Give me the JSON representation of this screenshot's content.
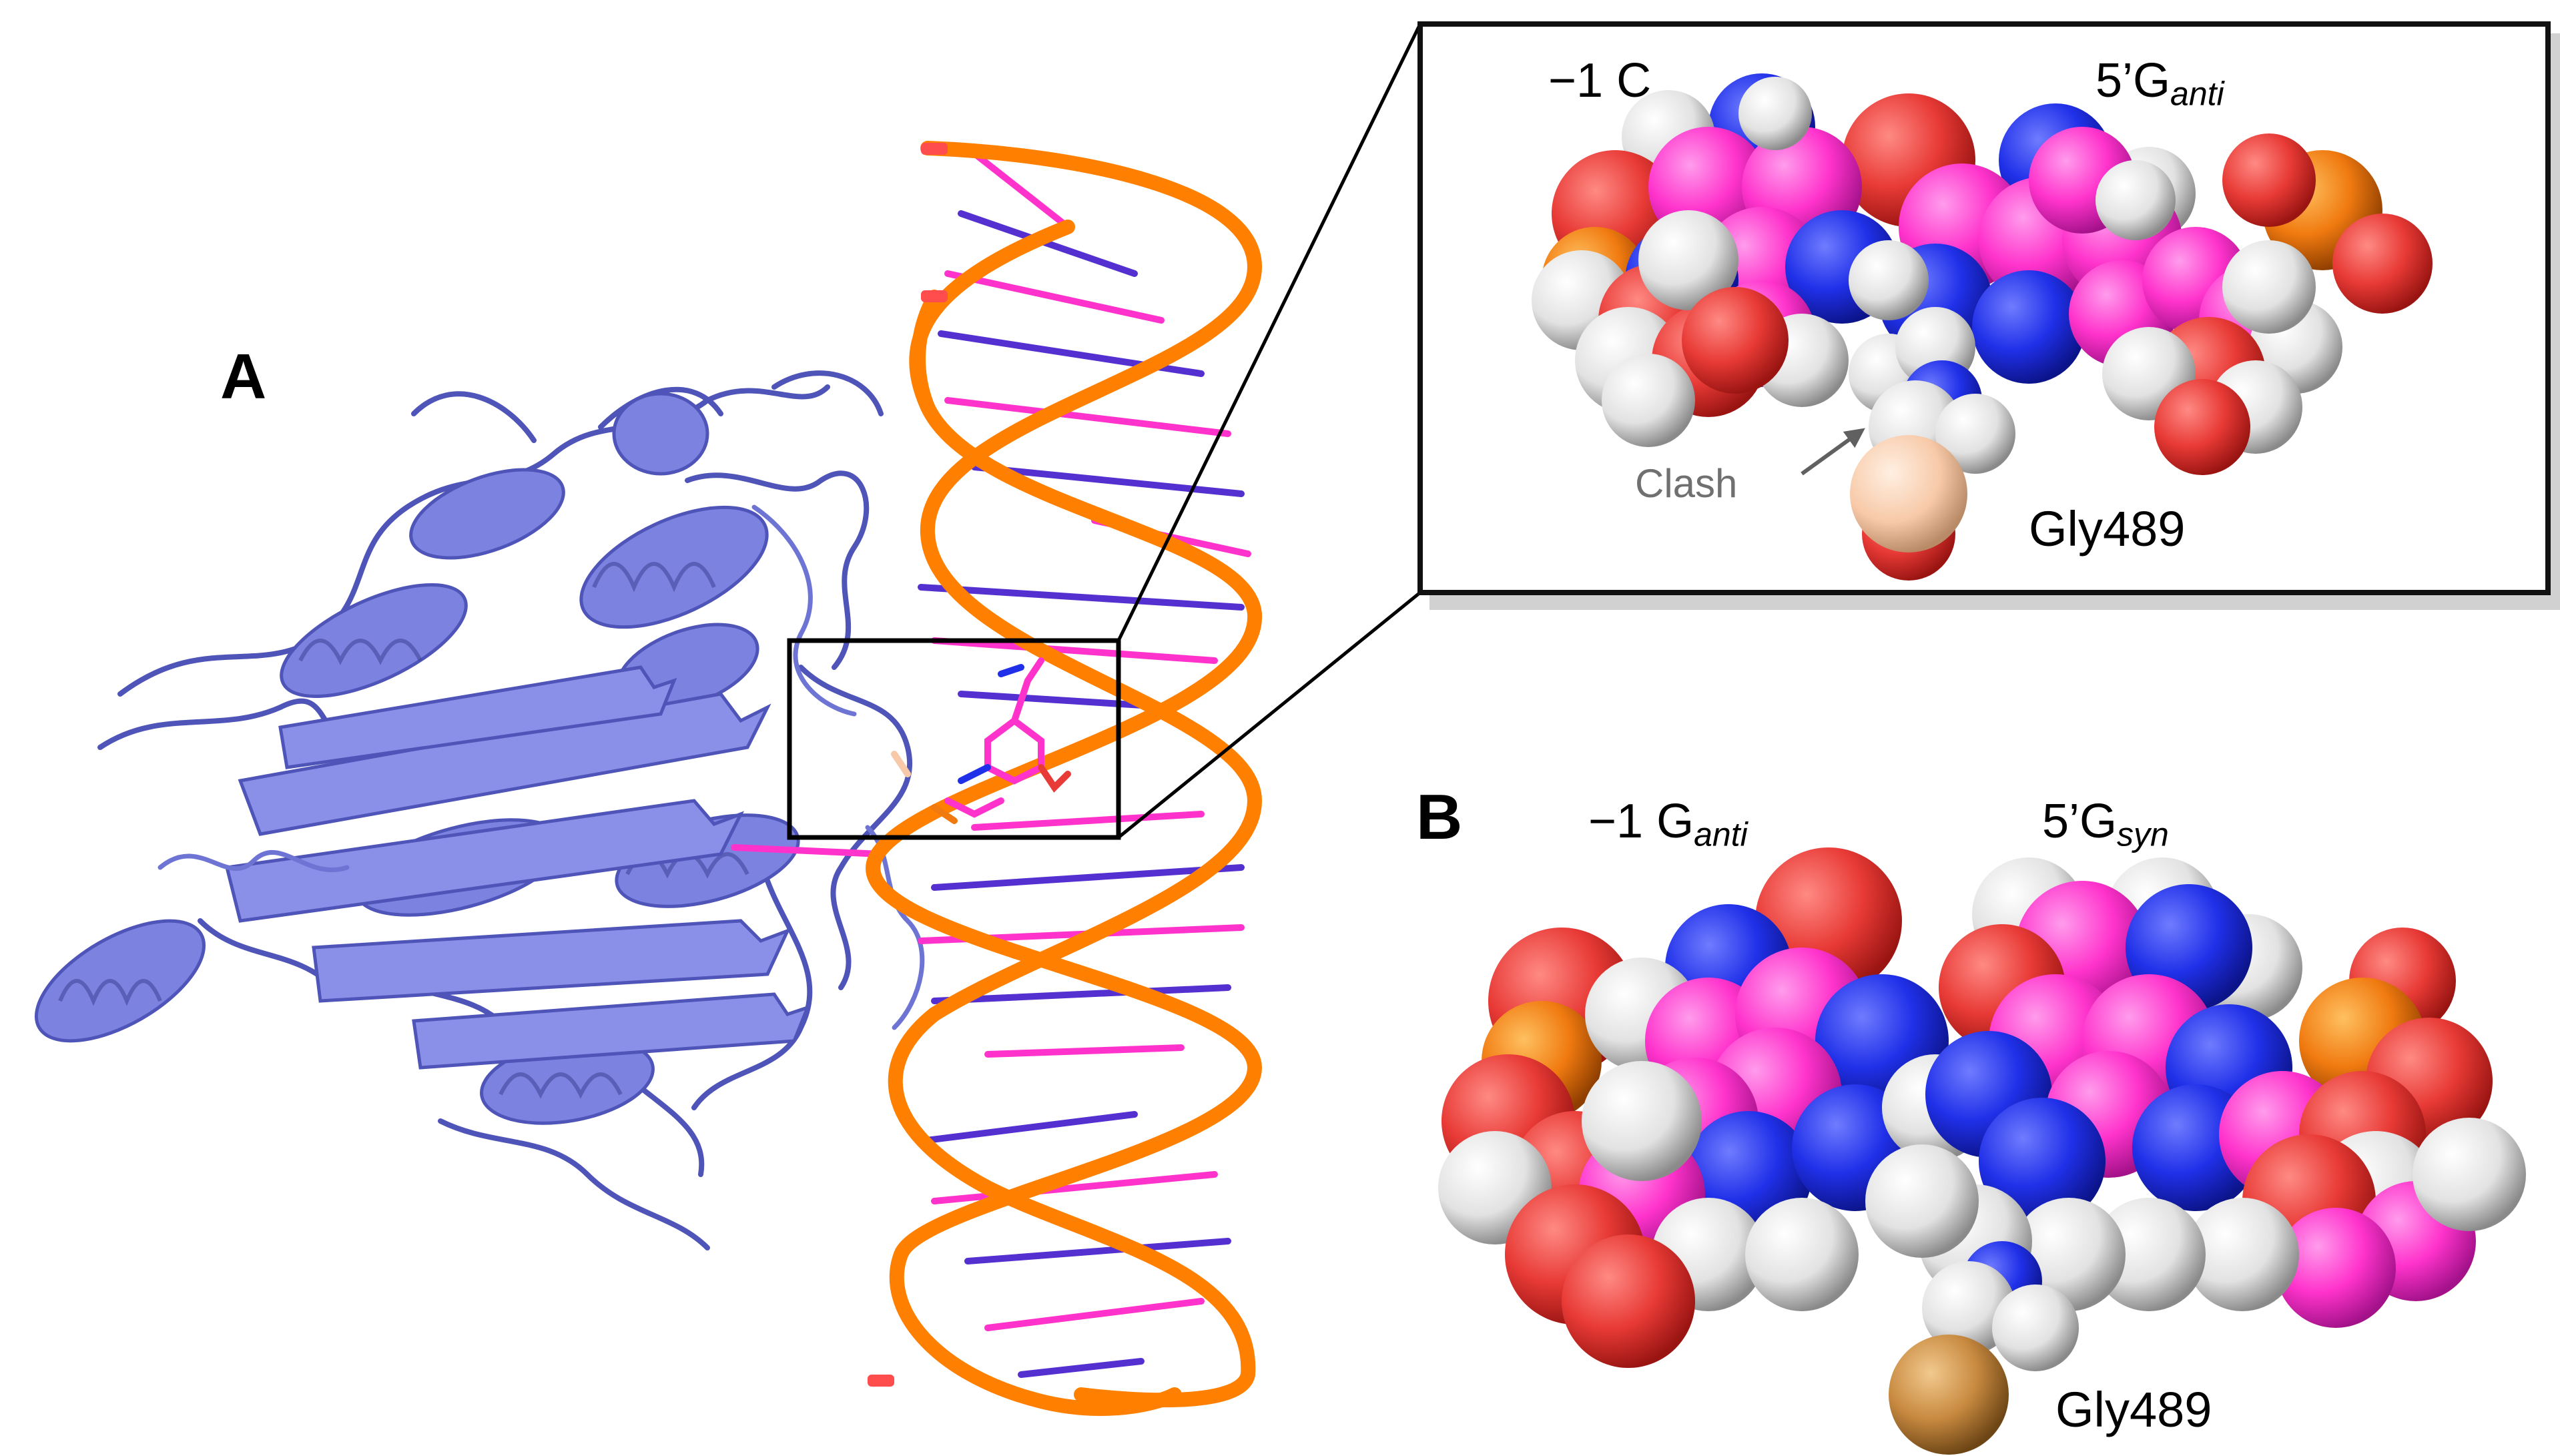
{
  "panel_a": {
    "letter": "A",
    "inset_labels": {
      "minus1": "−1 C",
      "five_base": "5’G",
      "five_sub": "anti",
      "clash": "Clash",
      "gly": "Gly489"
    }
  },
  "panel_b": {
    "letter": "B",
    "labels": {
      "minus1_base": "−1 G",
      "minus1_sub": "anti",
      "five_base": "5’G",
      "five_sub": "syn",
      "gly": "Gly489"
    }
  },
  "colors": {
    "protein": "#7c82e0",
    "dna_backbone": "#ff8000",
    "carbon": "#ff33cc",
    "nitrogen": "#2030e8",
    "oxygen": "#e83a36",
    "hydrogen": "#e8e8e8",
    "phosphorus": "#f07a10",
    "gly_carbon_inset": "#f7c9a8",
    "gly_carbon_b": "#c88a40"
  }
}
